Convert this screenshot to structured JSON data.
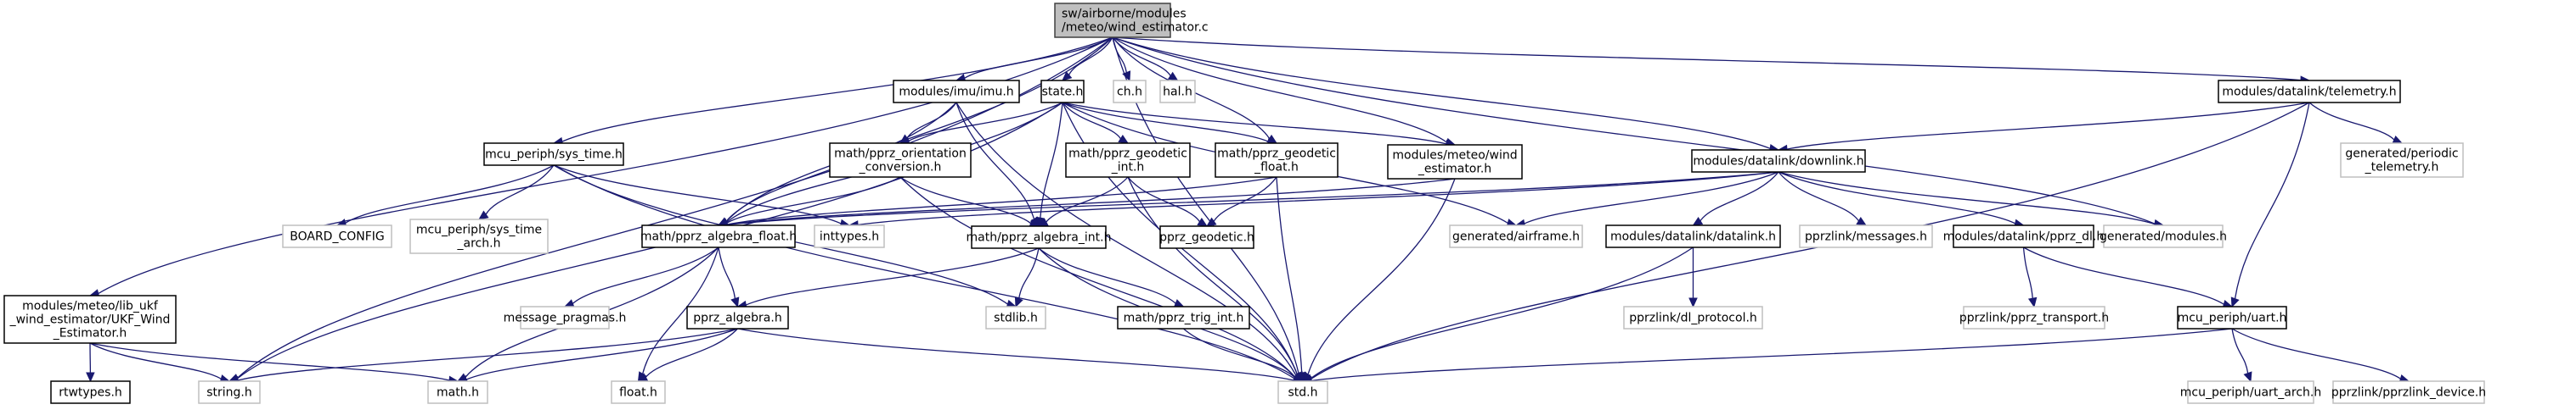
{
  "title": "Include dependency graph for wind_estimator.c",
  "colors": {
    "edge": "#191970",
    "root_fill": "#bfbfbf",
    "documented_border": "#000000",
    "external_border": "#bfbfbf"
  },
  "nodes": [
    {
      "id": "root",
      "lines": [
        "sw/airborne/modules",
        "/meteo/wind_estimator.c"
      ],
      "kind": "root"
    },
    {
      "id": "imu",
      "lines": [
        "modules/imu/imu.h"
      ],
      "kind": "doc"
    },
    {
      "id": "state",
      "lines": [
        "state.h"
      ],
      "kind": "doc"
    },
    {
      "id": "ch",
      "lines": [
        "ch.h"
      ],
      "kind": "ext"
    },
    {
      "id": "hal",
      "lines": [
        "hal.h"
      ],
      "kind": "ext"
    },
    {
      "id": "telemetry",
      "lines": [
        "modules/datalink/telemetry.h"
      ],
      "kind": "doc"
    },
    {
      "id": "sys_time",
      "lines": [
        "mcu_periph/sys_time.h"
      ],
      "kind": "doc"
    },
    {
      "id": "orient",
      "lines": [
        "math/pprz_orientation",
        "_conversion.h"
      ],
      "kind": "doc"
    },
    {
      "id": "geo_int",
      "lines": [
        "math/pprz_geodetic",
        "_int.h"
      ],
      "kind": "doc"
    },
    {
      "id": "geo_float",
      "lines": [
        "math/pprz_geodetic",
        "_float.h"
      ],
      "kind": "doc"
    },
    {
      "id": "wind_h",
      "lines": [
        "modules/meteo/wind",
        "_estimator.h"
      ],
      "kind": "doc"
    },
    {
      "id": "downlink",
      "lines": [
        "modules/datalink/downlink.h"
      ],
      "kind": "doc"
    },
    {
      "id": "periodic",
      "lines": [
        "generated/periodic",
        "_telemetry.h"
      ],
      "kind": "ext"
    },
    {
      "id": "board",
      "lines": [
        "BOARD_CONFIG"
      ],
      "kind": "ext"
    },
    {
      "id": "sys_time_arch",
      "lines": [
        "mcu_periph/sys_time",
        "_arch.h"
      ],
      "kind": "ext"
    },
    {
      "id": "alg_float",
      "lines": [
        "math/pprz_algebra_float.h"
      ],
      "kind": "doc"
    },
    {
      "id": "inttypes",
      "lines": [
        "inttypes.h"
      ],
      "kind": "ext"
    },
    {
      "id": "alg_int",
      "lines": [
        "math/pprz_algebra_int.h"
      ],
      "kind": "doc"
    },
    {
      "id": "pprz_geodetic",
      "lines": [
        "pprz_geodetic.h"
      ],
      "kind": "doc"
    },
    {
      "id": "airframe",
      "lines": [
        "generated/airframe.h"
      ],
      "kind": "ext"
    },
    {
      "id": "datalink",
      "lines": [
        "modules/datalink/datalink.h"
      ],
      "kind": "doc"
    },
    {
      "id": "messages",
      "lines": [
        "pprzlink/messages.h"
      ],
      "kind": "ext"
    },
    {
      "id": "pprz_dl",
      "lines": [
        "modules/datalink/pprz_dl.h"
      ],
      "kind": "doc"
    },
    {
      "id": "gen_modules",
      "lines": [
        "generated/modules.h"
      ],
      "kind": "ext"
    },
    {
      "id": "ukf",
      "lines": [
        "modules/meteo/lib_ukf",
        "_wind_estimator/UKF_Wind",
        "_Estimator.h"
      ],
      "kind": "doc"
    },
    {
      "id": "msg_pragmas",
      "lines": [
        "message_pragmas.h"
      ],
      "kind": "ext"
    },
    {
      "id": "pprz_algebra",
      "lines": [
        "pprz_algebra.h"
      ],
      "kind": "doc"
    },
    {
      "id": "stdlib",
      "lines": [
        "stdlib.h"
      ],
      "kind": "ext"
    },
    {
      "id": "trig_int",
      "lines": [
        "math/pprz_trig_int.h"
      ],
      "kind": "doc"
    },
    {
      "id": "dl_protocol",
      "lines": [
        "pprzlink/dl_protocol.h"
      ],
      "kind": "ext"
    },
    {
      "id": "pprz_transport",
      "lines": [
        "pprzlink/pprz_transport.h"
      ],
      "kind": "ext"
    },
    {
      "id": "uart",
      "lines": [
        "mcu_periph/uart.h"
      ],
      "kind": "doc"
    },
    {
      "id": "rtwtypes",
      "lines": [
        "rtwtypes.h"
      ],
      "kind": "doc"
    },
    {
      "id": "string",
      "lines": [
        "string.h"
      ],
      "kind": "ext"
    },
    {
      "id": "math",
      "lines": [
        "math.h"
      ],
      "kind": "ext"
    },
    {
      "id": "float",
      "lines": [
        "float.h"
      ],
      "kind": "ext"
    },
    {
      "id": "std",
      "lines": [
        "std.h"
      ],
      "kind": "ext"
    },
    {
      "id": "uart_arch",
      "lines": [
        "mcu_periph/uart_arch.h"
      ],
      "kind": "ext"
    },
    {
      "id": "pprzlink_device",
      "lines": [
        "pprzlink/pprzlink_device.h"
      ],
      "kind": "ext"
    }
  ],
  "edges": [
    [
      "root",
      "imu"
    ],
    [
      "root",
      "state"
    ],
    [
      "root",
      "ch"
    ],
    [
      "root",
      "hal"
    ],
    [
      "root",
      "telemetry"
    ],
    [
      "root",
      "sys_time"
    ],
    [
      "root",
      "geo_float"
    ],
    [
      "root",
      "wind_h"
    ],
    [
      "root",
      "downlink"
    ],
    [
      "root",
      "alg_float"
    ],
    [
      "root",
      "ukf"
    ],
    [
      "root",
      "string"
    ],
    [
      "root",
      "gen_modules"
    ],
    [
      "root",
      "std"
    ],
    [
      "imu",
      "orient"
    ],
    [
      "imu",
      "alg_int"
    ],
    [
      "imu",
      "alg_float"
    ],
    [
      "imu",
      "std"
    ],
    [
      "state",
      "orient"
    ],
    [
      "state",
      "geo_int"
    ],
    [
      "state",
      "geo_float"
    ],
    [
      "state",
      "alg_float"
    ],
    [
      "state",
      "alg_int"
    ],
    [
      "state",
      "wind_h"
    ],
    [
      "state",
      "airframe"
    ],
    [
      "state",
      "std"
    ],
    [
      "state",
      "string"
    ],
    [
      "telemetry",
      "downlink"
    ],
    [
      "telemetry",
      "periodic"
    ],
    [
      "telemetry",
      "uart"
    ],
    [
      "telemetry",
      "std"
    ],
    [
      "sys_time",
      "board"
    ],
    [
      "sys_time",
      "sys_time_arch"
    ],
    [
      "sys_time",
      "inttypes"
    ],
    [
      "sys_time",
      "std"
    ],
    [
      "sys_time",
      "stdlib"
    ],
    [
      "orient",
      "alg_float"
    ],
    [
      "orient",
      "alg_int"
    ],
    [
      "orient",
      "std"
    ],
    [
      "geo_int",
      "alg_int"
    ],
    [
      "geo_int",
      "pprz_geodetic"
    ],
    [
      "geo_int",
      "std"
    ],
    [
      "geo_float",
      "pprz_geodetic"
    ],
    [
      "geo_float",
      "alg_float"
    ],
    [
      "geo_float",
      "std"
    ],
    [
      "wind_h",
      "alg_float"
    ],
    [
      "wind_h",
      "std"
    ],
    [
      "downlink",
      "inttypes"
    ],
    [
      "downlink",
      "airframe"
    ],
    [
      "downlink",
      "datalink"
    ],
    [
      "downlink",
      "messages"
    ],
    [
      "downlink",
      "pprz_dl"
    ],
    [
      "downlink",
      "gen_modules"
    ],
    [
      "downlink",
      "alg_float"
    ],
    [
      "alg_float",
      "pprz_algebra"
    ],
    [
      "alg_float",
      "msg_pragmas"
    ],
    [
      "alg_float",
      "math"
    ],
    [
      "alg_float",
      "float"
    ],
    [
      "alg_int",
      "pprz_algebra"
    ],
    [
      "alg_int",
      "stdlib"
    ],
    [
      "alg_int",
      "trig_int"
    ],
    [
      "alg_int",
      "std"
    ],
    [
      "datalink",
      "dl_protocol"
    ],
    [
      "datalink",
      "std"
    ],
    [
      "pprz_dl",
      "pprz_transport"
    ],
    [
      "pprz_dl",
      "uart"
    ],
    [
      "ukf",
      "rtwtypes"
    ],
    [
      "ukf",
      "string"
    ],
    [
      "ukf",
      "math"
    ],
    [
      "pprz_algebra",
      "std"
    ],
    [
      "pprz_algebra",
      "math"
    ],
    [
      "pprz_algebra",
      "float"
    ],
    [
      "pprz_algebra",
      "string"
    ],
    [
      "trig_int",
      "std"
    ],
    [
      "uart",
      "std"
    ],
    [
      "uart",
      "uart_arch"
    ],
    [
      "uart",
      "pprzlink_device"
    ]
  ]
}
